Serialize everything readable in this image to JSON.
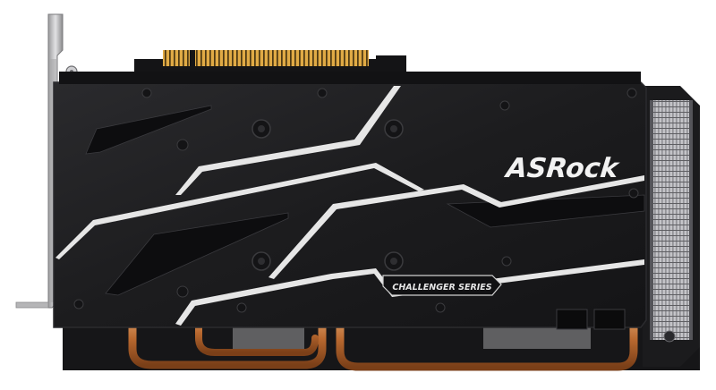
{
  "product": {
    "brand": "ASRock",
    "series_badge": "CHALLENGER SERIES"
  },
  "colors": {
    "backplate": "#1f1f21",
    "backplate_edge": "#2b2b2e",
    "stripe": "#e6e6e6",
    "pcb": "#121214",
    "gold": "#d9a23a",
    "copper": "#c77a43",
    "heatsink": "#b9b9bd",
    "bracket": "#c8c8c8",
    "background": "#ffffff"
  },
  "icons": {
    "logo": "asrock-logo",
    "badge": "challenger-series-badge"
  }
}
